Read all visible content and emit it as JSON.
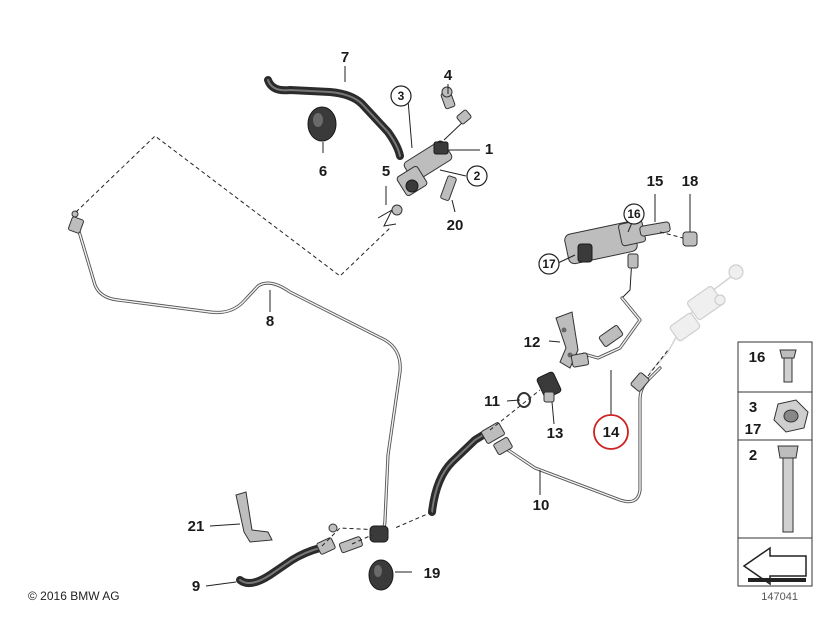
{
  "callouts": {
    "c1": "1",
    "c2": "2",
    "c3": "3",
    "c4": "4",
    "c5": "5",
    "c6": "6",
    "c7": "7",
    "c8": "8",
    "c9": "9",
    "c10": "10",
    "c11": "11",
    "c12": "12",
    "c13": "13",
    "c14": "14",
    "c15": "15",
    "c16": "16",
    "c17": "17",
    "c18": "18",
    "c19": "19",
    "c20": "20",
    "c21": "21"
  },
  "legend": {
    "row1": "16",
    "row2a": "3",
    "row2b": "17",
    "row3": "2"
  },
  "footer": {
    "copyright": "© 2016 BMW AG",
    "diagram_id": "147041"
  },
  "colors": {
    "highlight_circle": "#cc2222",
    "line_art": "#333333"
  }
}
